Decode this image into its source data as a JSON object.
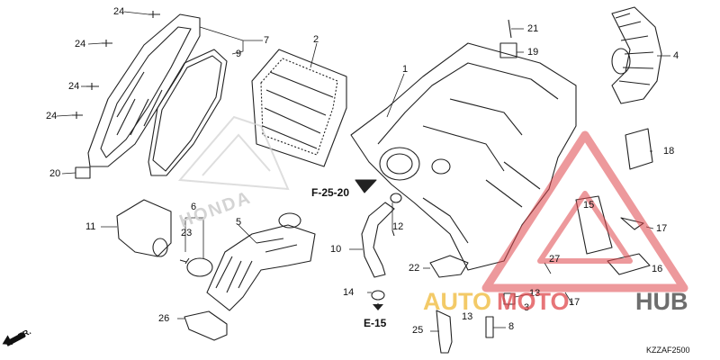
{
  "callouts": {
    "n1": "1",
    "n2": "2",
    "n3": "3",
    "n4": "4",
    "n5": "5",
    "n6": "6",
    "n7": "7",
    "n8": "8",
    "n9": "9",
    "n10": "10",
    "n11": "11",
    "n12": "12",
    "n13a": "13",
    "n13b": "13",
    "n14": "14",
    "n16": "16",
    "n17a": "17",
    "n17b": "17",
    "n18": "18",
    "n19": "19",
    "n20": "20",
    "n21": "21",
    "n22": "22",
    "n23": "23",
    "n24a": "24",
    "n24b": "24",
    "n24c": "24",
    "n24d": "24",
    "n25": "25",
    "n26": "26",
    "n27": "27",
    "n15": "15"
  },
  "references": {
    "f2520": "F-25-20",
    "e15": "E-15"
  },
  "direction": "FR.",
  "diagram_code": "KZZAF2500",
  "brand_emblem_text": "HONDA",
  "watermark": {
    "part1": "AUTO",
    "part2": "MOTO",
    "part3": "HUB",
    "color_yellow": "#f2c14e",
    "color_red": "#e0474c",
    "color_gray": "#555555"
  }
}
